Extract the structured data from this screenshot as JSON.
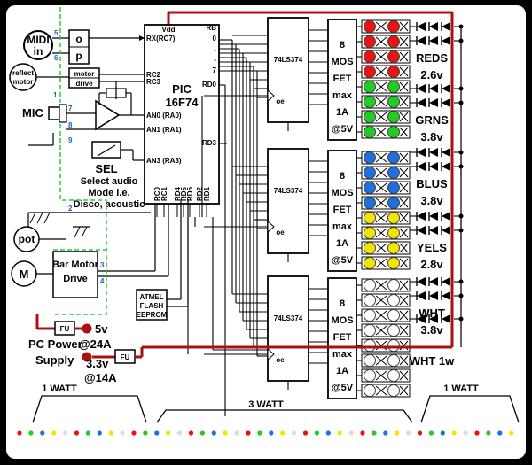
{
  "midi": {
    "label_line1": "MIDI",
    "label_line2": "in",
    "pin_top": "5",
    "pin_bottom": "6",
    "opto_top": "o",
    "opto_bottom": "p"
  },
  "reflect_motor": {
    "line1": "reflect",
    "line2": "motor"
  },
  "motor_drive": {
    "line1": "motor",
    "line2": "drive"
  },
  "mic": {
    "label": "MIC",
    "pins": [
      "1",
      "7",
      "8",
      "9"
    ]
  },
  "pic": {
    "vdd": "Vdd",
    "name_line1": "PIC",
    "name_line2": "16F74",
    "pins_left": [
      "RX(RC7)",
      "RC2",
      "RC3",
      "AN0 (RA0)",
      "AN1 (RA1)",
      "AN3 (RA3)"
    ],
    "pins_right": [
      "RB",
      "0",
      "-",
      "-",
      "7",
      "RD0",
      "RD3"
    ],
    "pins_bottom": [
      "RC0",
      "RC1",
      "RD4",
      "RD5",
      "RD5",
      "RD2",
      "RD1"
    ]
  },
  "sel": {
    "label": "SEL",
    "line1": "Select audio",
    "line2": "Mode i.e.",
    "line3": "Disco, acoustic"
  },
  "pin2": "2",
  "pot_label": "pot",
  "motor": {
    "symbol": "M",
    "line1": "Bar Motor",
    "line2": "Drive",
    "pins": [
      "3",
      "4"
    ]
  },
  "atmel": {
    "line1": "ATMEL",
    "line2": "FLASH",
    "line3": "EEPROM"
  },
  "latch_label": "74LS374",
  "latch_oe": "oe",
  "mosfet_block": [
    "8",
    "MOS",
    "FET",
    "max",
    "1A",
    "@5V"
  ],
  "led_groups": [
    {
      "name": "REDS",
      "voltage": "2.6v",
      "color": "#ee1111"
    },
    {
      "name": "GRNS",
      "voltage": "3.8v",
      "color": "#22cc22"
    },
    {
      "name": "BLUS",
      "voltage": "3.8v",
      "color": "#1e6fe0"
    },
    {
      "name": "YELS",
      "voltage": "2.8v",
      "color": "#f2e600"
    },
    {
      "name": "WHT",
      "voltage": "3.8v",
      "color": "#ffffff"
    },
    {
      "name": "WHT 1w",
      "voltage": "",
      "color": "#ffffff"
    }
  ],
  "power": {
    "fuse": "FU",
    "v5": "5v",
    "supply_line1": "PC Power",
    "supply_line2": "Supply",
    "current_24": "@24A",
    "v33": "3.3v",
    "current_14": "@14A"
  },
  "watt_labels": {
    "left": "1 WATT",
    "middle": "3 WATT",
    "right": "1 WATT"
  },
  "bottom_dot_colors": [
    "#ee1111",
    "#22cc22",
    "#1e6fe0",
    "#f2e600",
    "#dddddd"
  ]
}
